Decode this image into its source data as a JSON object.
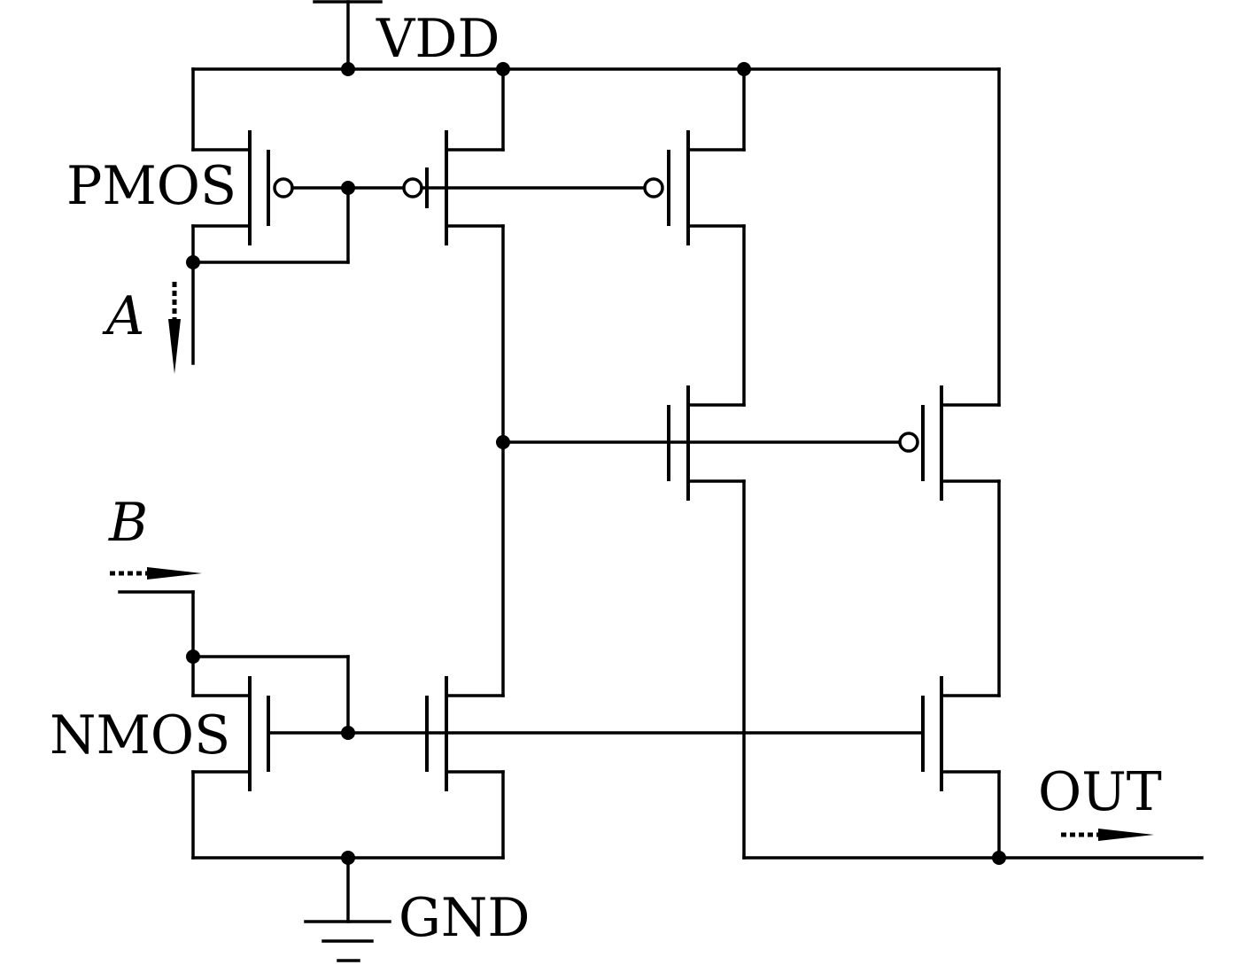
{
  "labels": {
    "vdd": "VDD",
    "gnd": "GND",
    "pmos": "PMOS",
    "nmos": "NMOS",
    "input_a": "A",
    "input_b": "B",
    "output": "OUT"
  }
}
